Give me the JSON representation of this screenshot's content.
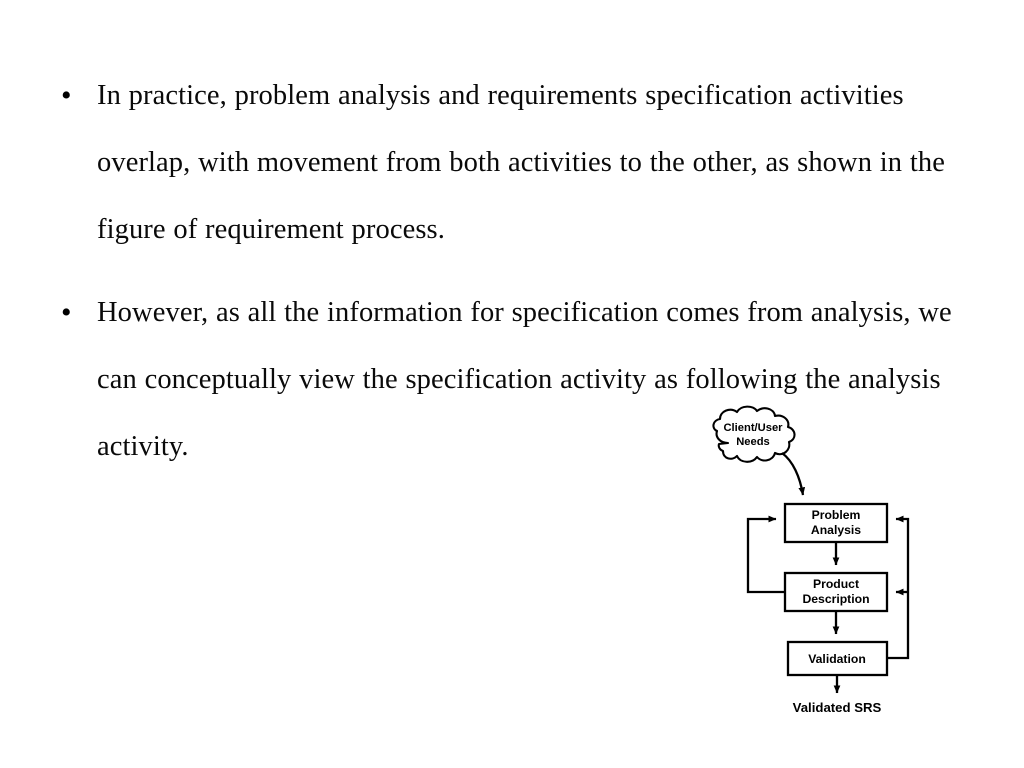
{
  "slide": {
    "background_color": "#ffffff",
    "text_color": "#0a0a0a"
  },
  "bullets": [
    {
      "marker": "•",
      "text": "In practice, problem analysis and requirements specification activities overlap, with movement from both activities to the other, as shown in the figure of requirement process."
    },
    {
      "marker": "•",
      "text": "However, as all the information for specification comes from analysis, we can conceptually view the specification activity as following the analysis activity."
    }
  ],
  "diagram": {
    "title": "requirement-process-diagram",
    "stroke_color": "#000000",
    "fill_color": "#ffffff",
    "nodes": {
      "cloud": {
        "label_line1": "Client/User",
        "label_line2": "Needs",
        "shape": "cloud"
      },
      "problem_analysis": {
        "label_line1": "Problem",
        "label_line2": "Analysis",
        "shape": "box"
      },
      "product_description": {
        "label_line1": "Product",
        "label_line2": "Description",
        "shape": "box"
      },
      "validation": {
        "label_line1": "Validation",
        "label_line2": "",
        "shape": "box"
      },
      "output": {
        "label_line1": "Validated SRS",
        "shape": "text"
      }
    },
    "edges": [
      {
        "from": "cloud",
        "to": "problem_analysis",
        "style": "curved-arrow"
      },
      {
        "from": "problem_analysis",
        "to": "product_description",
        "style": "arrow-down"
      },
      {
        "from": "product_description",
        "to": "validation",
        "style": "arrow-down"
      },
      {
        "from": "validation",
        "to": "output",
        "style": "arrow-down"
      },
      {
        "from": "product_description",
        "to": "problem_analysis",
        "style": "left-feedback-loop"
      },
      {
        "from": "validation",
        "to": "product_description",
        "style": "right-feedback-loop"
      },
      {
        "from": "validation",
        "to": "problem_analysis",
        "style": "right-feedback-loop"
      }
    ]
  }
}
